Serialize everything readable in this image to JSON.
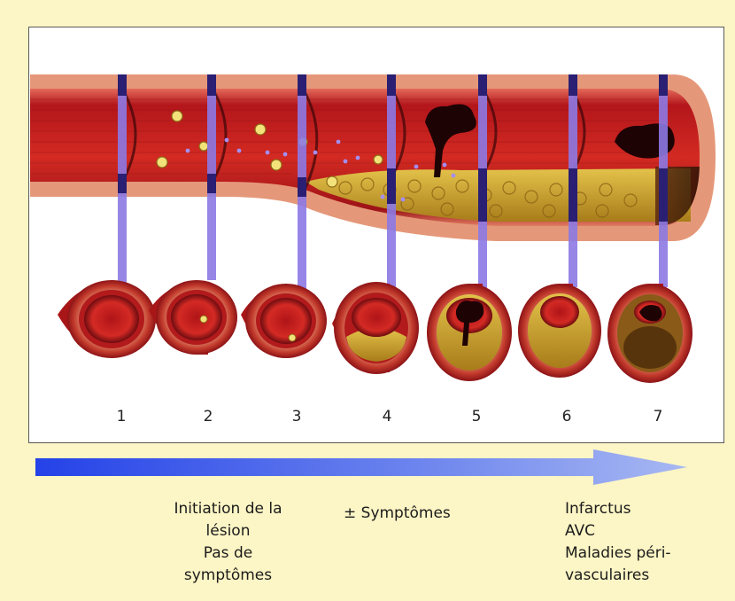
{
  "stages": [
    "1",
    "2",
    "3",
    "4",
    "5",
    "6",
    "7"
  ],
  "captions": {
    "initiation": [
      "Initiation de la",
      "lésion",
      "Pas de",
      "symptômes"
    ],
    "symptoms": "± Symptômes",
    "outcomes": [
      "Infarctus",
      "AVC",
      "Maladies péri-",
      "vasculaires"
    ]
  },
  "colors": {
    "background": "#fcf5c5",
    "vessel": "#c11a1a",
    "plaque": "#c9a22b",
    "marker_line": "#8a78e0",
    "arrow": "#3b52e8"
  }
}
